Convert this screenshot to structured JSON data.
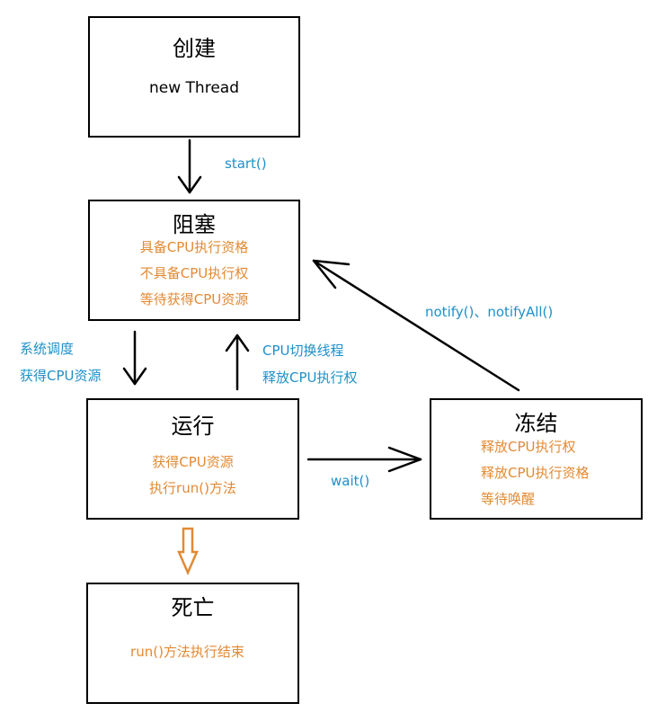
{
  "colors": {
    "border": "#000000",
    "state_text": "#e28a34",
    "transition_label": "#1e90c8",
    "death_arrow": "#e28a34"
  },
  "states": {
    "create": {
      "title": "创建",
      "lines": [
        "new Thread"
      ]
    },
    "blocked": {
      "title": "阻塞",
      "lines": [
        "具备CPU执行资格",
        "不具备CPU执行权",
        "等待获得CPU资源"
      ]
    },
    "running": {
      "title": "运行",
      "lines": [
        "获得CPU资源",
        "执行run()方法"
      ]
    },
    "frozen": {
      "title": "冻结",
      "lines": [
        "释放CPU执行权",
        "释放CPU执行资格",
        "等待唤醒"
      ]
    },
    "dead": {
      "title": "死亡",
      "lines": [
        "run()方法执行结束"
      ]
    }
  },
  "transitions": {
    "start": "start()",
    "schedule": [
      "系统调度",
      "获得CPU资源"
    ],
    "switch": [
      "CPU切换线程",
      "释放CPU执行权"
    ],
    "wait": "wait()",
    "notify": "notify()、notifyAll()"
  }
}
